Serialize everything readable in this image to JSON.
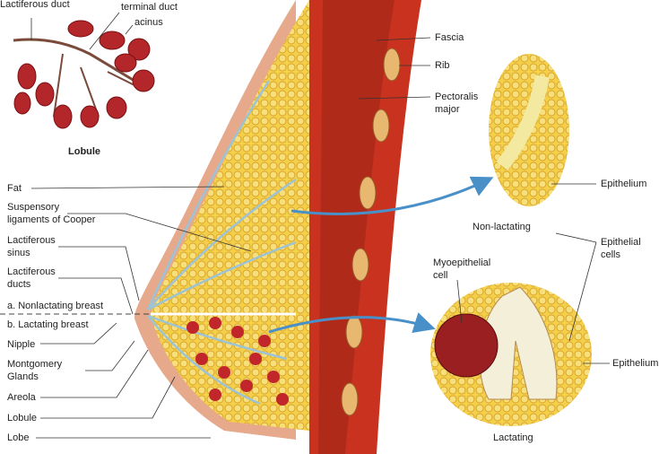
{
  "lobule_inset": {
    "lactiferous_duct": "Lactiferous duct",
    "terminal_duct": "terminal duct",
    "acinus": "acinus",
    "title": "Lobule"
  },
  "left_labels": {
    "fat": "Fat",
    "suspensory_1": "Suspensory",
    "suspensory_2": "ligaments of Cooper",
    "sinus_1": "Lactiferous",
    "sinus_2": "sinus",
    "ducts_1": "Lactiferous",
    "ducts_2": "ducts",
    "nonlactating": "a. Nonlactating breast",
    "lactating": "b. Lactating breast",
    "nipple": "Nipple",
    "montgomery_1": "Montgomery",
    "montgomery_2": "Glands",
    "areola": "Areola",
    "lobule": "Lobule",
    "lobe": "Lobe"
  },
  "right_labels": {
    "fascia": "Fascia",
    "rib": "Rib",
    "pectoralis_1": "Pectoralis",
    "pectoralis_2": "major",
    "epithelium_top": "Epithelium",
    "non_lactating": "Non-lactating",
    "epithelial_1": "Epithelial",
    "epithelial_2": "cells",
    "myo_1": "Myoepithelial",
    "myo_2": "cell",
    "epithelium_bottom": "Epithelium",
    "lactating": "Lactating"
  },
  "colors": {
    "fat": "#f2c53a",
    "muscle": "#c8321f",
    "duct": "#9cc3d6",
    "skin": "#e7a98c",
    "arrow": "#4a90c8"
  }
}
